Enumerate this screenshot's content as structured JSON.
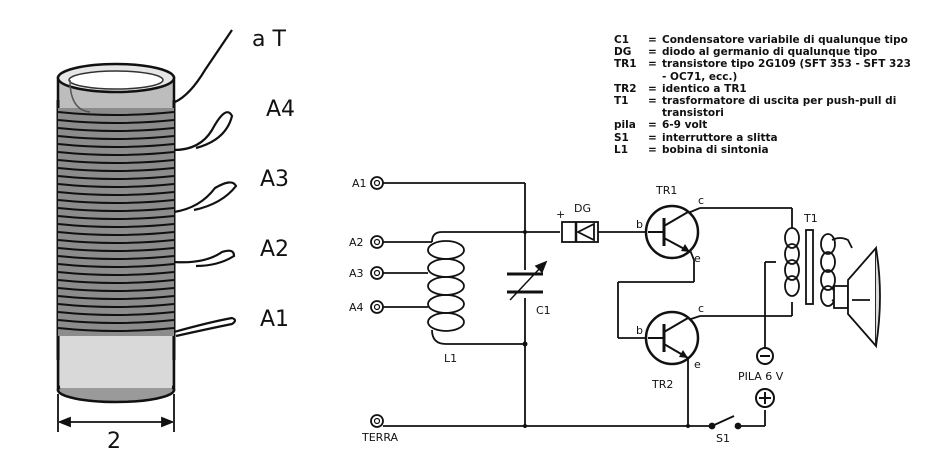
{
  "coil": {
    "tap_labels": [
      "a T",
      "A4",
      "A3",
      "A2",
      "A1"
    ],
    "dimension": "2"
  },
  "schematic": {
    "terminals": [
      "A1",
      "A2",
      "A3",
      "A4",
      "TERRA"
    ],
    "components": {
      "diode": "DG",
      "diode_polarity": "+",
      "tr1": "TR1",
      "tr2": "TR2",
      "transformer": "T1",
      "capacitor": "C1",
      "coil": "L1",
      "switch": "S1",
      "battery": "PILA 6 V",
      "pin_b": "b",
      "pin_c": "c",
      "pin_e": "e"
    }
  },
  "legend": [
    {
      "key": "C1",
      "eq": "=",
      "text": "Condensatore variabile di qualunque tipo"
    },
    {
      "key": "DG",
      "eq": "=",
      "text": "diodo al germanio di qualunque tipo"
    },
    {
      "key": "TR1",
      "eq": "=",
      "text": "transistore tipo 2G109 (SFT 353 - SFT 323 - OC71, ecc.)"
    },
    {
      "key": "TR2",
      "eq": "=",
      "text": "identico a TR1"
    },
    {
      "key": "T1",
      "eq": "=",
      "text": "trasformatore di uscita per push-pull di transistori"
    },
    {
      "key": "pila",
      "eq": "=",
      "text": "6-9 volt"
    },
    {
      "key": "S1",
      "eq": "=",
      "text": "interruttore a slitta"
    },
    {
      "key": "L1",
      "eq": "=",
      "text": "bobina di sintonia"
    }
  ]
}
